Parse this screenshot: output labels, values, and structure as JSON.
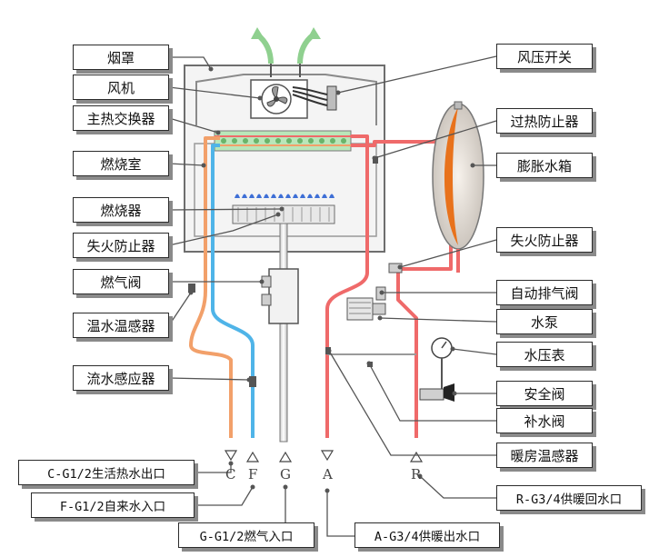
{
  "labels": {
    "flue_hood": "烟罩",
    "fan": "风机",
    "main_heat_exchanger": "主热交换器",
    "combustion_chamber": "燃烧室",
    "burner": "燃烧器",
    "flame_failure_device_left": "失火防止器",
    "gas_valve": "燃气阀",
    "hot_water_temp_sensor": "温水温感器",
    "water_flow_sensor": "流水感应器",
    "air_pressure_switch": "风压开关",
    "overheat_protector": "过热防止器",
    "expansion_tank": "膨胀水箱",
    "flame_failure_device_right": "失火防止器",
    "auto_air_vent": "自动排气阀",
    "water_pump": "水泵",
    "pressure_gauge": "水压表",
    "safety_valve": "安全阀",
    "refill_valve": "补水阀",
    "heating_temp_sensor": "暖房温感器"
  },
  "ports": {
    "C": {
      "letter": "C",
      "label": "C-G1/2生活热水出口",
      "color": "#f2a06a"
    },
    "F": {
      "letter": "F",
      "label": "F-G1/2自来水入口",
      "color": "#4fb4e8"
    },
    "G": {
      "letter": "G",
      "label": "G-G1/2燃气入口",
      "color": "#8a8a8a"
    },
    "A": {
      "letter": "A",
      "label": "A-G3/4供暖出水口",
      "color": "#ef6a6a"
    },
    "R": {
      "letter": "R",
      "label": "R-G3/4供暖回水口",
      "color": "#ef6a6a"
    }
  },
  "colors": {
    "hot_water": "#f2a06a",
    "cold_water": "#4fb4e8",
    "heating": "#ef6a6a",
    "gas": "#8a8a8a",
    "flame": "#3e6fd6",
    "tank_fill": "#e8721c",
    "heat_exchanger": "#9ed89e",
    "exhaust": "#8fd08f"
  }
}
